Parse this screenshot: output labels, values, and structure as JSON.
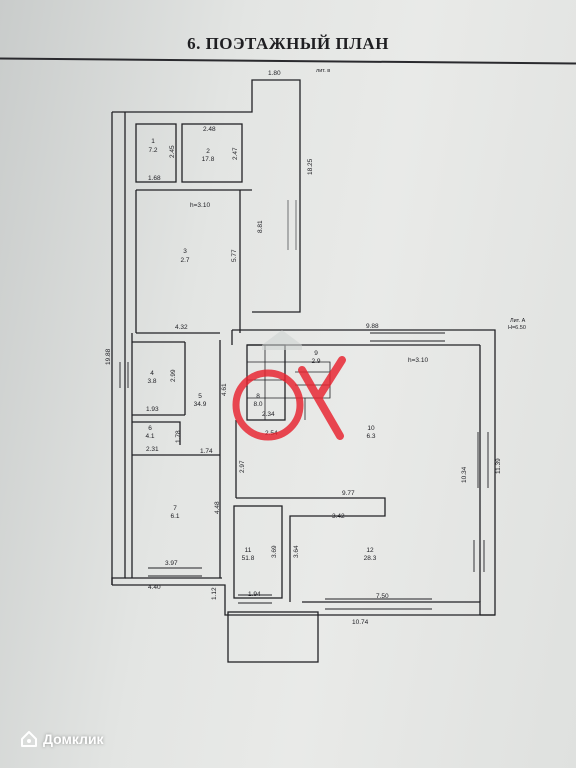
{
  "title": "6. ПОЭТАЖНЫЙ ПЛАН",
  "sheet_note": "лит. в",
  "level_note": "Лит. А",
  "level_note_2": "H=6.50",
  "rooms": [
    {
      "num": "1",
      "area": "7.2"
    },
    {
      "num": "2",
      "area": "17.8"
    },
    {
      "num": "3",
      "area": "2.7"
    },
    {
      "num": "4",
      "area": "3.8"
    },
    {
      "num": "5",
      "area": "34.9"
    },
    {
      "num": "6",
      "area": "4.1"
    },
    {
      "num": "7",
      "area": "6.1"
    },
    {
      "num": "8",
      "area": "8.0"
    },
    {
      "num": "9",
      "area": "2.9"
    },
    {
      "num": "10",
      "area": "6.3"
    },
    {
      "num": "11",
      "area": "51.8"
    },
    {
      "num": "12",
      "area": "28.3"
    }
  ],
  "heights": {
    "h5": "h=3.10",
    "h11": "h=3.10"
  },
  "dims": {
    "d180": "1.80",
    "d248": "2.48",
    "d245": "2.45",
    "d247": "2.47",
    "d168": "1.68",
    "d1825": "18.25",
    "d881": "8.81",
    "d577": "5.77",
    "d432": "4.32",
    "d1988": "19.88",
    "d299": "2.99",
    "d193": "1.93",
    "d461": "4.61",
    "d234": "2.34",
    "d254": "2.54",
    "d988": "9.88",
    "d178": "1.78",
    "d231": "2.31",
    "d174": "1.74",
    "d297": "2.97",
    "d1034": "10.34",
    "d1139": "11.39",
    "d977": "9.77",
    "d448": "4.48",
    "d342": "3.42",
    "d369": "3.69",
    "d364": "3.64",
    "d397": "3.97",
    "d440": "4.40",
    "d112": "1.12",
    "d194": "1.94",
    "d750": "7.50",
    "d1074": "10.74"
  },
  "stamp_letter": "ок",
  "watermark": "Домклик",
  "colors": {
    "stamp": "#e8222e",
    "ink": "#1d1d22",
    "paper": "#e6e7e5"
  }
}
